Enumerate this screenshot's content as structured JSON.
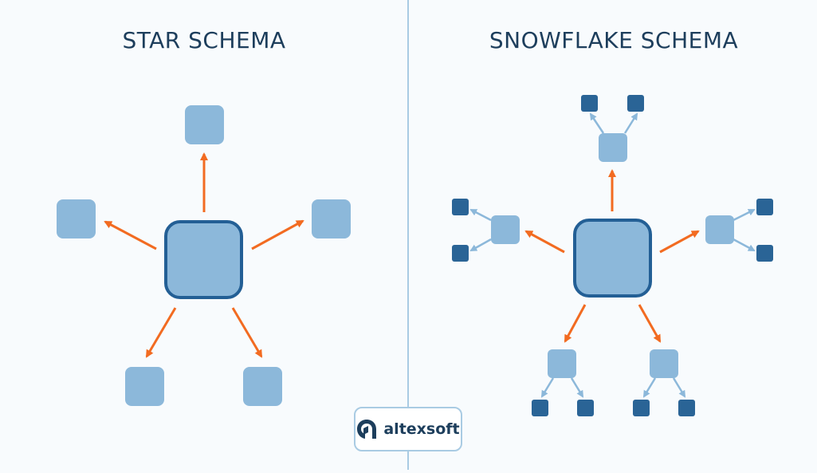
{
  "left_panel": {
    "title": "STAR SCHEMA"
  },
  "right_panel": {
    "title": "SNOWFLAKE SCHEMA"
  },
  "logo": {
    "text": "altexsoft"
  },
  "colors": {
    "background": "#f8fbfd",
    "title_text": "#1d3e5c",
    "divider": "#a9cbe3",
    "fact_fill": "#8cb8da",
    "fact_border": "#235f95",
    "dimension_fill": "#8cb8da",
    "subdimension_fill": "#2a6496",
    "fact_arrow": "#f26b21",
    "dimension_arrow": "#8cb8da"
  },
  "icons": {
    "logo": "altexsoft-logo-icon"
  }
}
